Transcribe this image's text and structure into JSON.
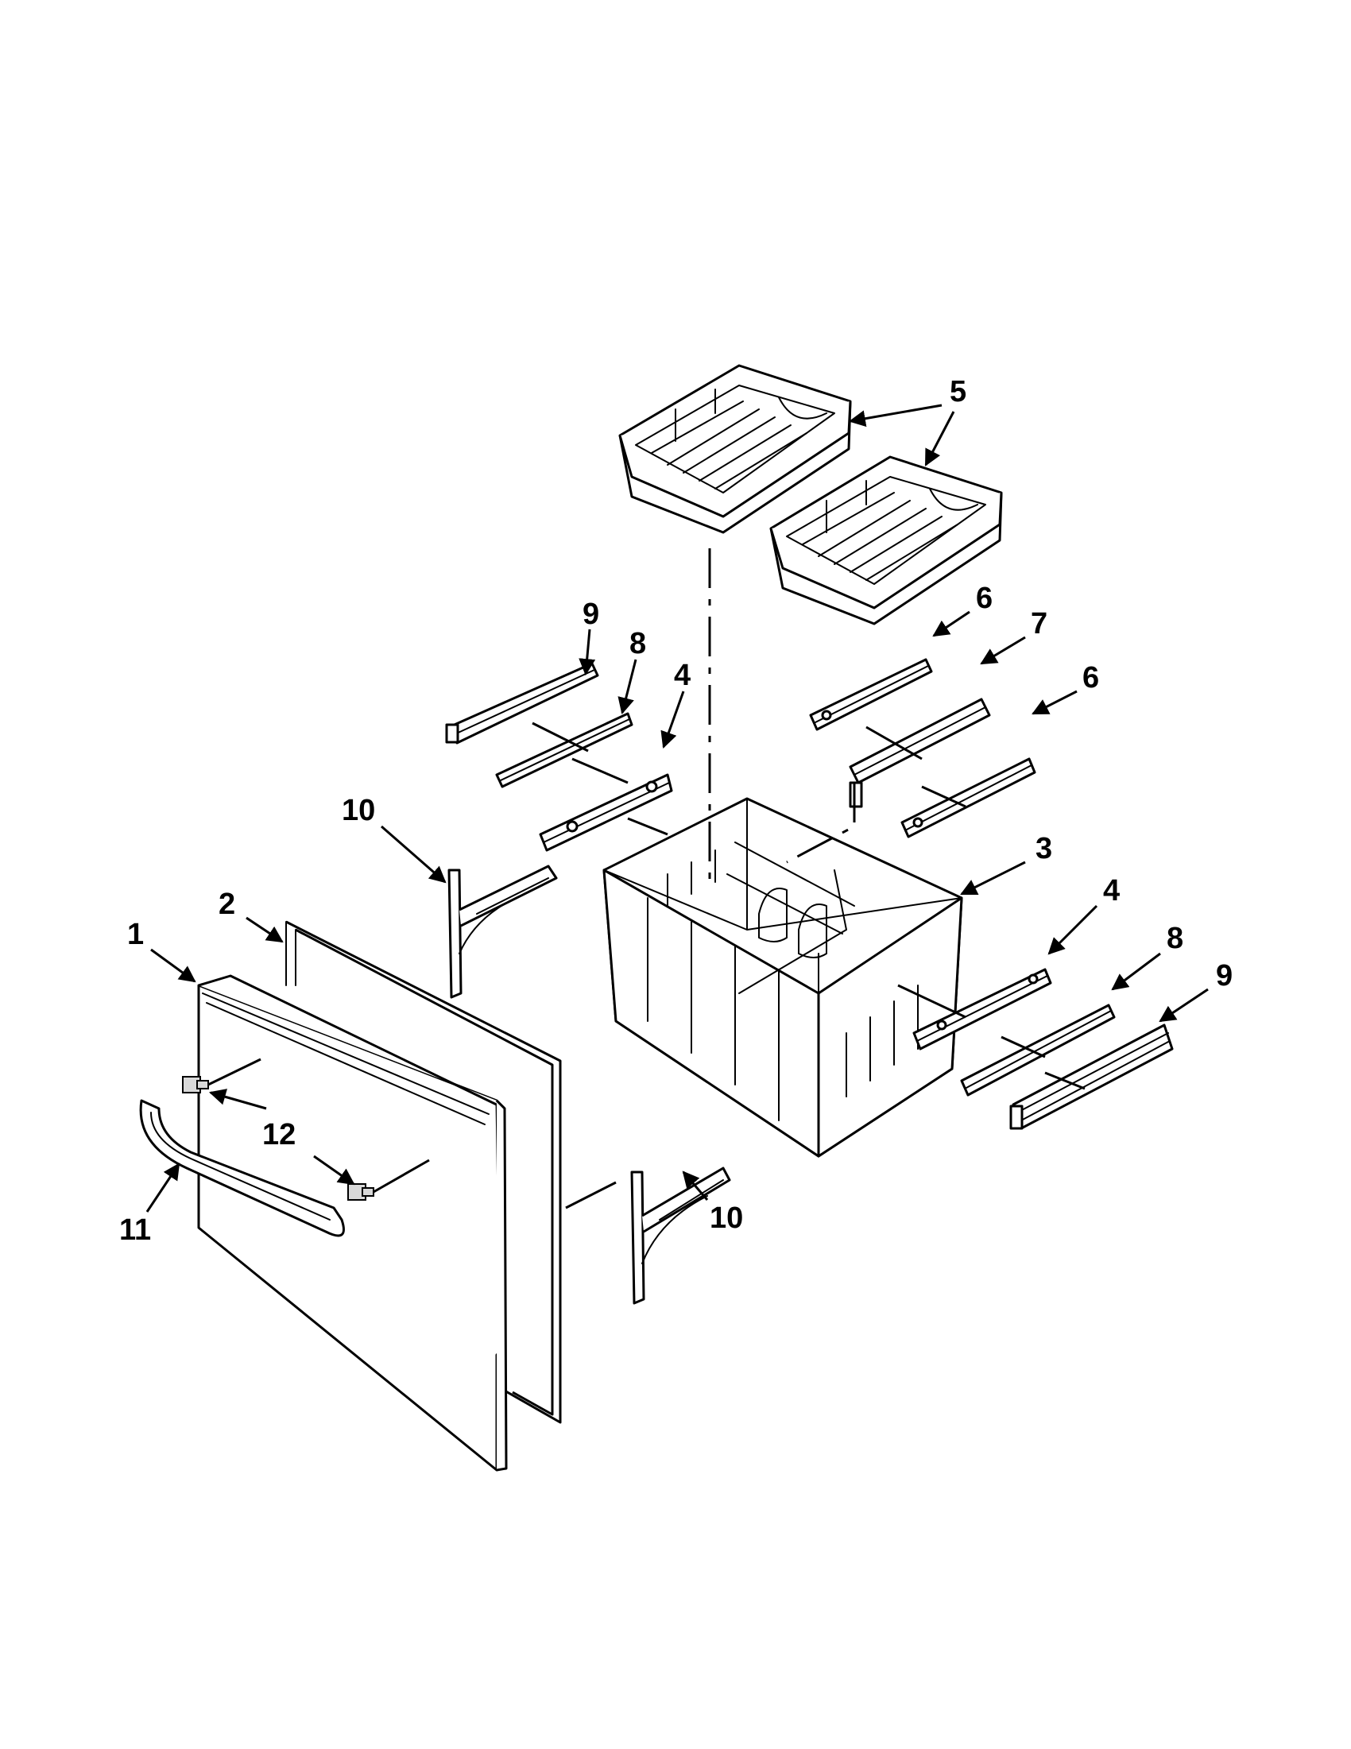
{
  "callouts": {
    "c1": "1",
    "c2": "2",
    "c3": "3",
    "c4a": "4",
    "c4b": "4",
    "c5": "5",
    "c6a": "6",
    "c6b": "6",
    "c7": "7",
    "c8a": "8",
    "c8b": "8",
    "c9a": "9",
    "c9b": "9",
    "c10a": "10",
    "c10b": "10",
    "c11": "11",
    "c12": "12"
  },
  "colors": {
    "line": "#000000",
    "background": "#ffffff"
  }
}
